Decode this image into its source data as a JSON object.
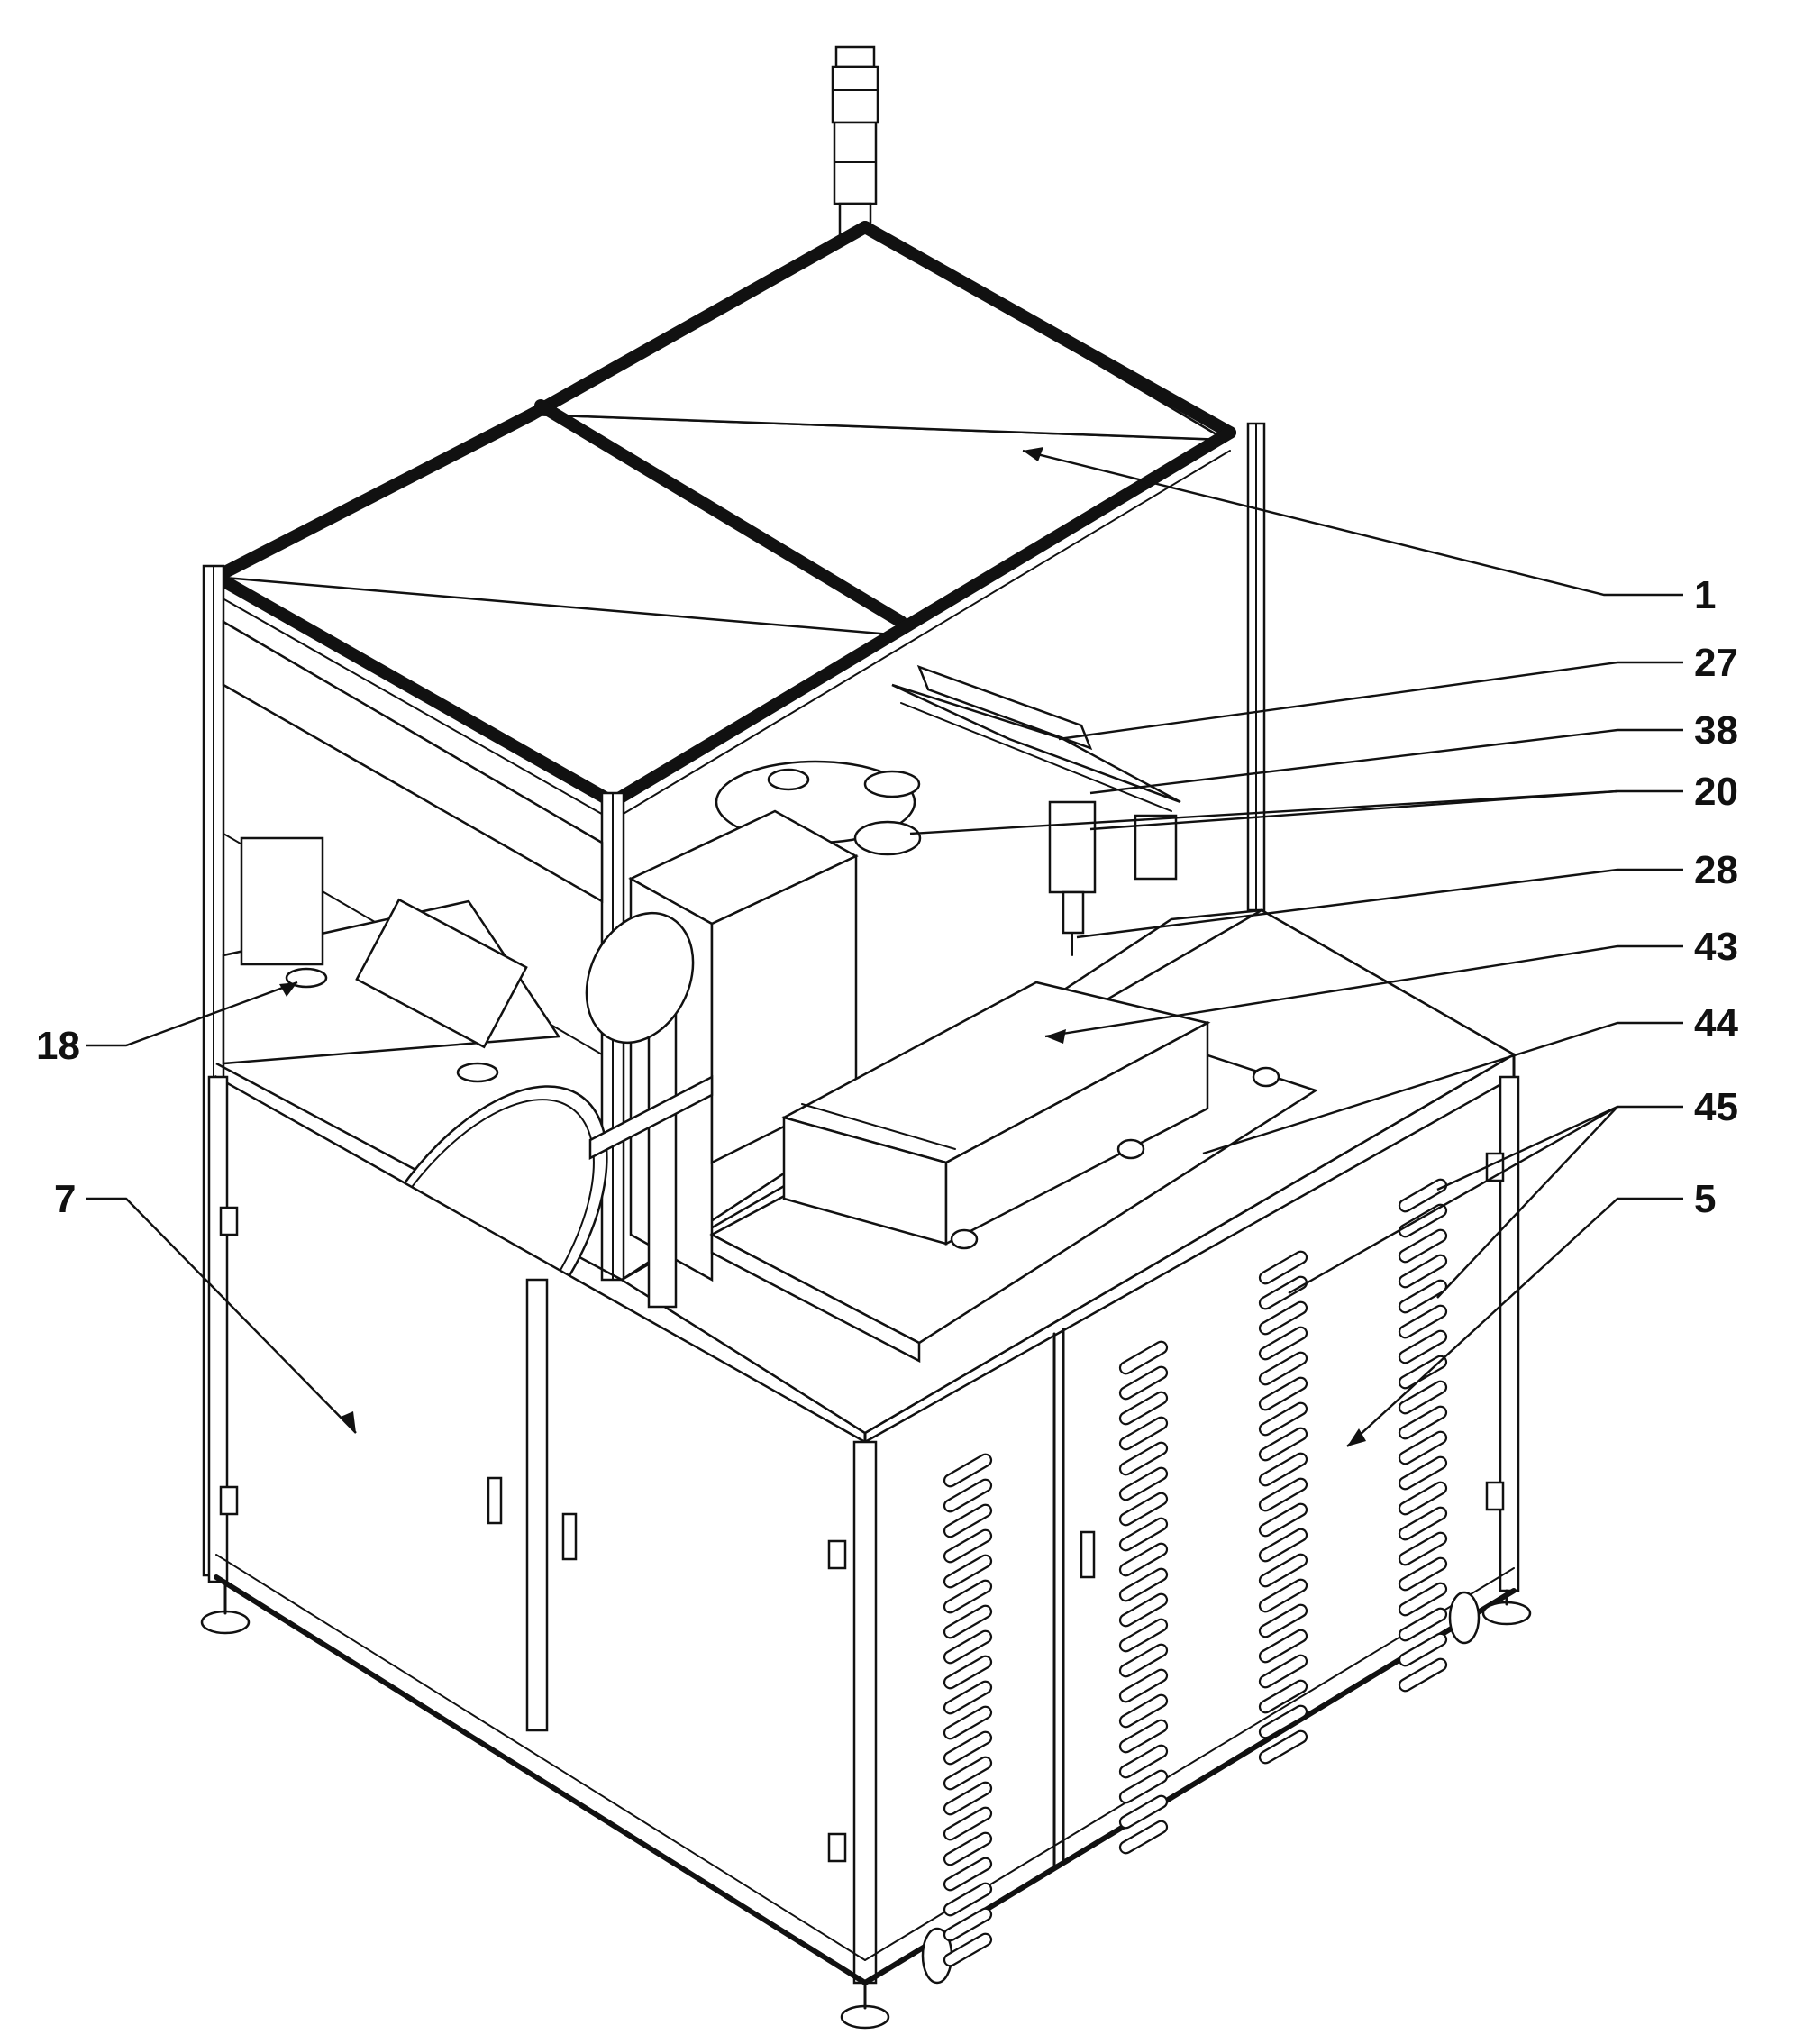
{
  "figure": {
    "callouts": [
      {
        "id": "c1",
        "label": "1"
      },
      {
        "id": "c27",
        "label": "27"
      },
      {
        "id": "c38",
        "label": "38"
      },
      {
        "id": "c20",
        "label": "20"
      },
      {
        "id": "c28",
        "label": "28"
      },
      {
        "id": "c43",
        "label": "43"
      },
      {
        "id": "c44",
        "label": "44"
      },
      {
        "id": "c45",
        "label": "45"
      },
      {
        "id": "c5",
        "label": "5"
      },
      {
        "id": "c18",
        "label": "18"
      },
      {
        "id": "c7",
        "label": "7"
      }
    ]
  },
  "colors": {
    "line": "#111111",
    "background": "#ffffff"
  }
}
